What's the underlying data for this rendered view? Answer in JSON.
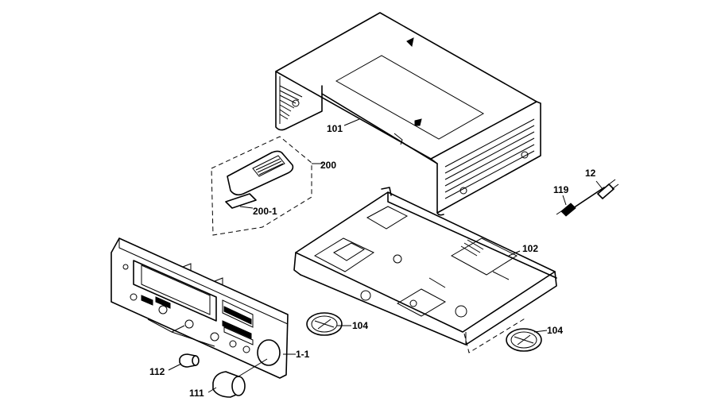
{
  "labels": {
    "p101": "101",
    "p200": "200",
    "p200_1": "200-1",
    "p12": "12",
    "p119": "119",
    "p102": "102",
    "p104a": "104",
    "p104b": "104",
    "p1_1": "1-1",
    "p112": "112",
    "p111": "111"
  }
}
